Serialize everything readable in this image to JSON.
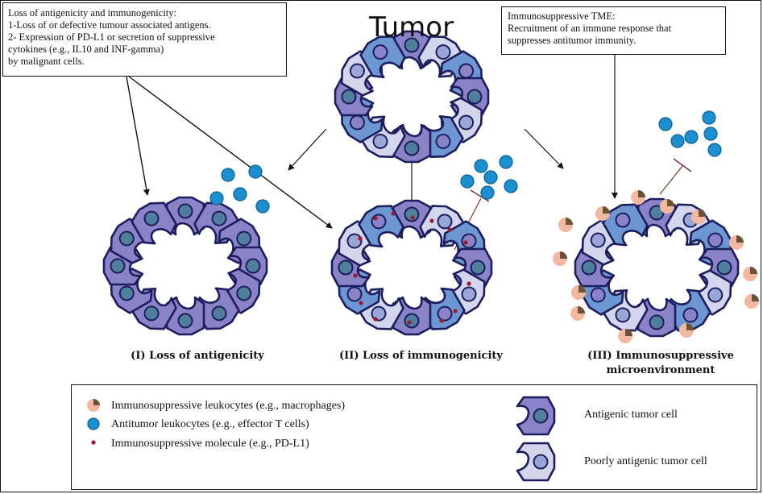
{
  "title": "Tumor",
  "left_box": {
    "lines": [
      "Loss of antigenicity and immunogenicity:",
      "1-Loss of or defective tumour associated antigens.",
      "2- Expression of PD-L1 or secretion of suppressive",
      "cytokines (e.g., IL10 and INF-gamma)",
      "by malignant cells."
    ]
  },
  "right_box": {
    "lines": [
      "Immunosuppressive TME:",
      "Recruitment of an immune response that",
      "suppresses antitumor immunity."
    ]
  },
  "captions": {
    "panel_1": "(I) Loss of antigenicity",
    "panel_2": "(II) Loss of  immunogenicity",
    "panel_3_line1": "(III) Immunosuppressive",
    "panel_3_line2": "microenvironment"
  },
  "legend": {
    "immunosuppressive_leukocytes": "Immunosuppressive leukocytes (e.g., macrophages)",
    "antitumor_leukocytes": "Antitumor leukocytes (e.g., effector T cells)",
    "immunosuppressive_molecule": "Immunosuppressive molecule (e.g., PD-L1)",
    "antigenic_cell": "Antigenic tumor cell",
    "poorly_antigenic_cell": "Poorly antigenic tumor cell"
  },
  "colors": {
    "antigenic_fill": "#8b83c8",
    "antigenic_nucleus": "#4f7f9c",
    "poor_fill": "#d4d6ee",
    "poor_nucleus": "#9aa6d6",
    "blue_fill": "#6c97d3",
    "cell_stroke": "#1b1d5c",
    "t_cell": "#1b8fcf",
    "macrophage_body": "#f2b8a0",
    "macrophage_cap": "#6b5236",
    "pdl1": "#9b1b2e",
    "line": "#111111"
  }
}
